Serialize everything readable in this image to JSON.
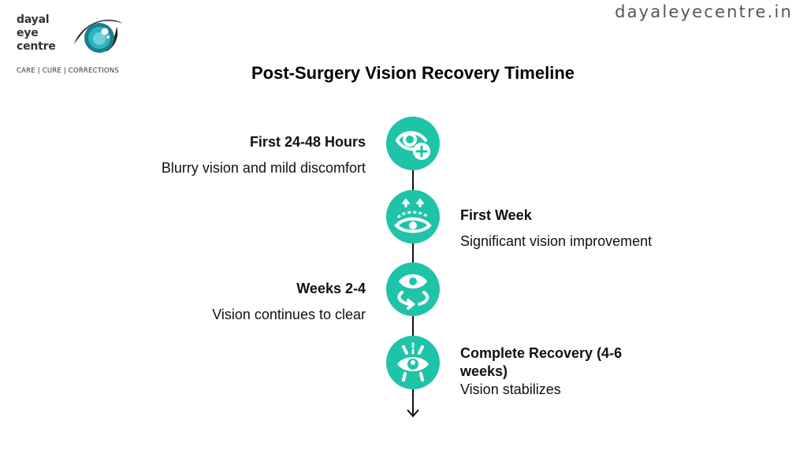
{
  "brand": {
    "logo_lines": [
      "dayal",
      "eye",
      "centre"
    ],
    "tagline": "CARE | CURE | CORRECTIONS",
    "website": "dayaleyecentre.in",
    "logo_icon": "eye-logo-icon"
  },
  "title": "Post-Surgery Vision Recovery Timeline",
  "accent_color": "#1fc3a8",
  "timeline": [
    {
      "heading": "First 24-48 Hours",
      "description": "Blurry vision and mild discomfort",
      "side": "left",
      "icon": "eye-plus-icon"
    },
    {
      "heading": "First Week",
      "description": "Significant vision improvement",
      "side": "right",
      "icon": "eye-arrows-up-icon"
    },
    {
      "heading": "Weeks 2-4",
      "description": "Vision continues to clear",
      "side": "left",
      "icon": "eye-rotate-icon"
    },
    {
      "heading": "Complete Recovery (4-6 weeks)",
      "description": "Vision stabilizes",
      "side": "right",
      "icon": "eye-focus-icon"
    }
  ]
}
